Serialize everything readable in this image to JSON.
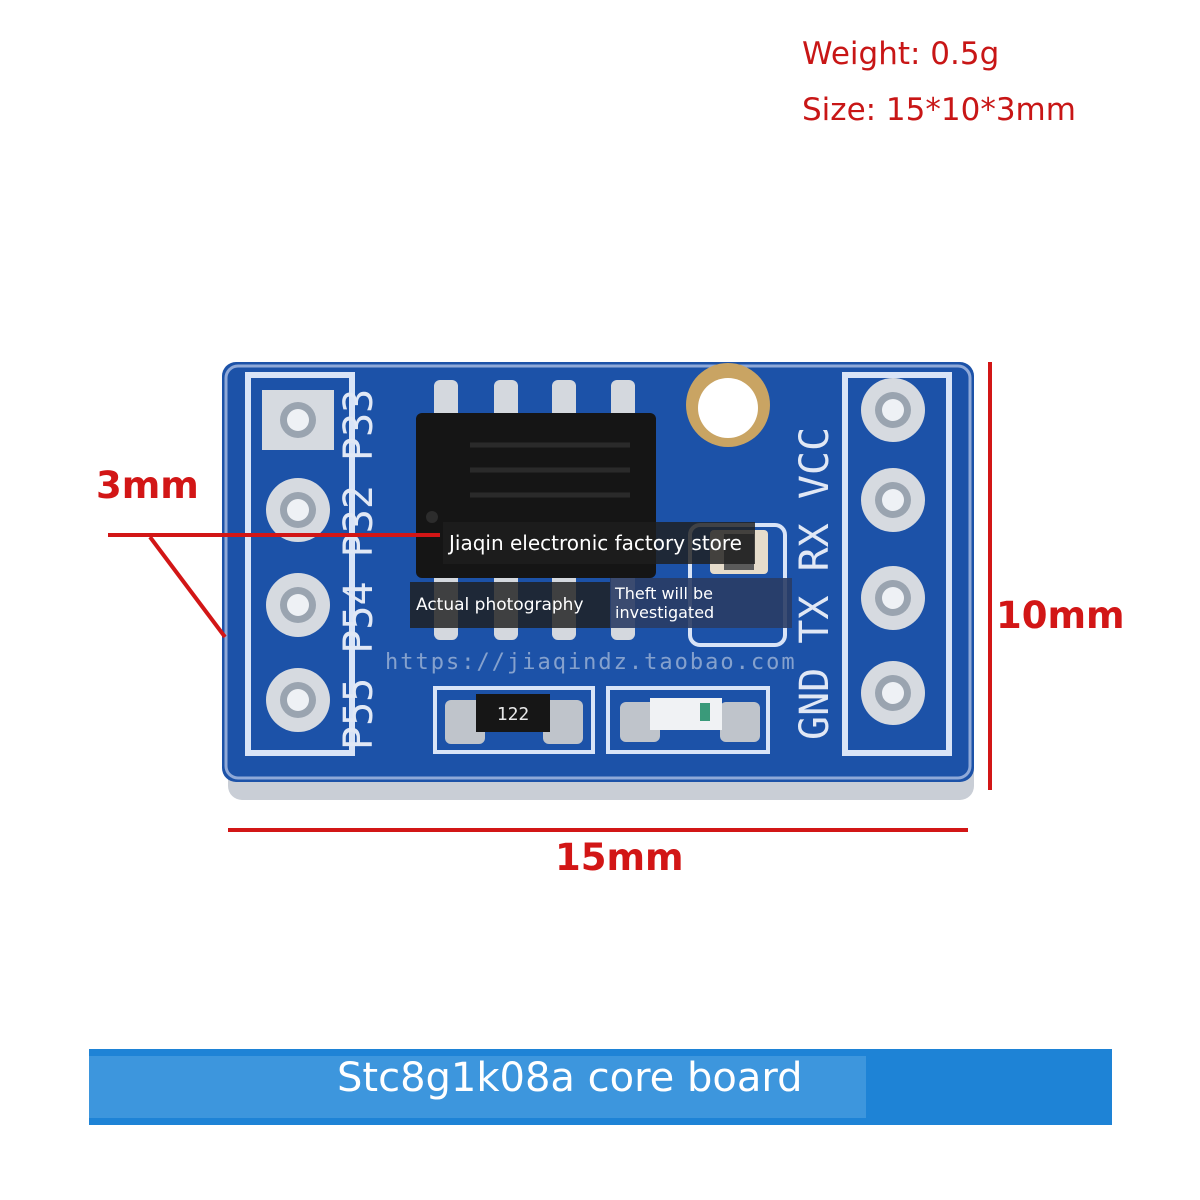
{
  "specs": {
    "weight": "Weight: 0.5g",
    "size": "Size: 15*10*3mm"
  },
  "dimensions": {
    "thickness": "3mm",
    "height": "10mm",
    "width": "15mm"
  },
  "overlays": {
    "store": "Jiaqin electronic factory store",
    "actual": "Actual photography",
    "theft": "Theft will be investigated"
  },
  "watermark": "https://jiaqindz.taobao.com",
  "banner": {
    "title": "Stc8g1k08a core board"
  },
  "silkscreen": {
    "left_labels": "P55 P54 P32 P33",
    "right_labels": "GND TX RX VCC",
    "resistor_code": "122"
  },
  "colors": {
    "pcb": "#1c52a8",
    "pcb_dark": "#123f86",
    "dimension_red": "#d21616",
    "banner": "#1e83d6"
  }
}
